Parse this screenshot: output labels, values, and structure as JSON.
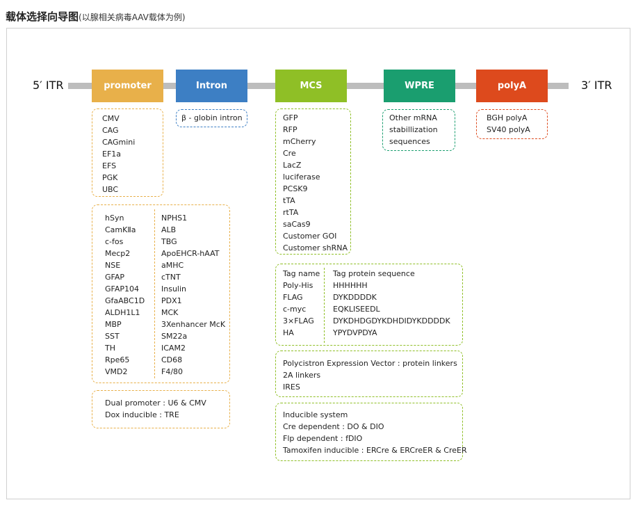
{
  "title": {
    "main": "载体选择向导图",
    "sub": "(以腺相关病毒AAV载体为例)"
  },
  "itr": {
    "left": "5′ ITR",
    "right": "3′ ITR"
  },
  "elements": {
    "promoter": {
      "label": "promoter",
      "color": "#e8b04a"
    },
    "intron": {
      "label": "Intron",
      "color": "#3d7fc4"
    },
    "mcs": {
      "label": "MCS",
      "color": "#8fbf26"
    },
    "wpre": {
      "label": "WPRE",
      "color": "#1a9e6f"
    },
    "polya": {
      "label": "polyA",
      "color": "#dd4a1d"
    }
  },
  "promoter_common": [
    "CMV",
    "CAG",
    "CAGmini",
    "EF1a",
    "EFS",
    "PGK",
    "UBC"
  ],
  "promoter_specific": {
    "left": [
      "hSyn",
      "CamKⅡa",
      "c-fos",
      "Mecp2",
      "NSE",
      "GFAP",
      "GFAP104",
      "GfaABC1D",
      "ALDH1L1",
      "MBP",
      "SST",
      "TH",
      "Rpe65",
      "VMD2"
    ],
    "right": [
      "NPHS1",
      "ALB",
      "TBG",
      "ApoEHCR-hAAT",
      "aMHC",
      "cTNT",
      "Insulin",
      "PDX1",
      "MCK",
      "3Xenhancer McK",
      "SM22a",
      "ICAM2",
      "CD68",
      "F4/80"
    ]
  },
  "promoter_dual": [
    "Dual promoter : U6 & CMV",
    "Dox inducible : TRE"
  ],
  "intron_items": [
    "β - globin intron"
  ],
  "mcs_genes": [
    "GFP",
    "RFP",
    "mCherry",
    "Cre",
    "LacZ",
    "luciferase",
    "PCSK9",
    "tTA",
    "rtTA",
    "saCas9",
    "Customer GOI",
    "Customer shRNA"
  ],
  "tags": {
    "header": [
      "Tag name",
      "Tag protein sequence"
    ],
    "rows": [
      [
        "Poly-His",
        "HHHHHH"
      ],
      [
        "FLAG",
        "DYKDDDDK"
      ],
      [
        "c-myc",
        "EQKLISEEDL"
      ],
      [
        "3×FLAG",
        "DYKDHDGDYKDHDIDYKDDDDK"
      ],
      [
        "HA",
        "YPYDVPDYA"
      ]
    ]
  },
  "polycistron": [
    "Polycistron Expression Vector : protein linkers",
    "2A linkers",
    "IRES"
  ],
  "inducible": [
    "Inducible system",
    "Cre dependent : DO & DIO",
    "Flp dependent : fDIO",
    "Tamoxifen inducible : ERCre & ERCreER & CreER"
  ],
  "wpre_items": [
    "Other mRNA",
    "stabillization",
    "sequences"
  ],
  "polya_items": [
    "BGH  polyA",
    "SV40  polyA"
  ]
}
